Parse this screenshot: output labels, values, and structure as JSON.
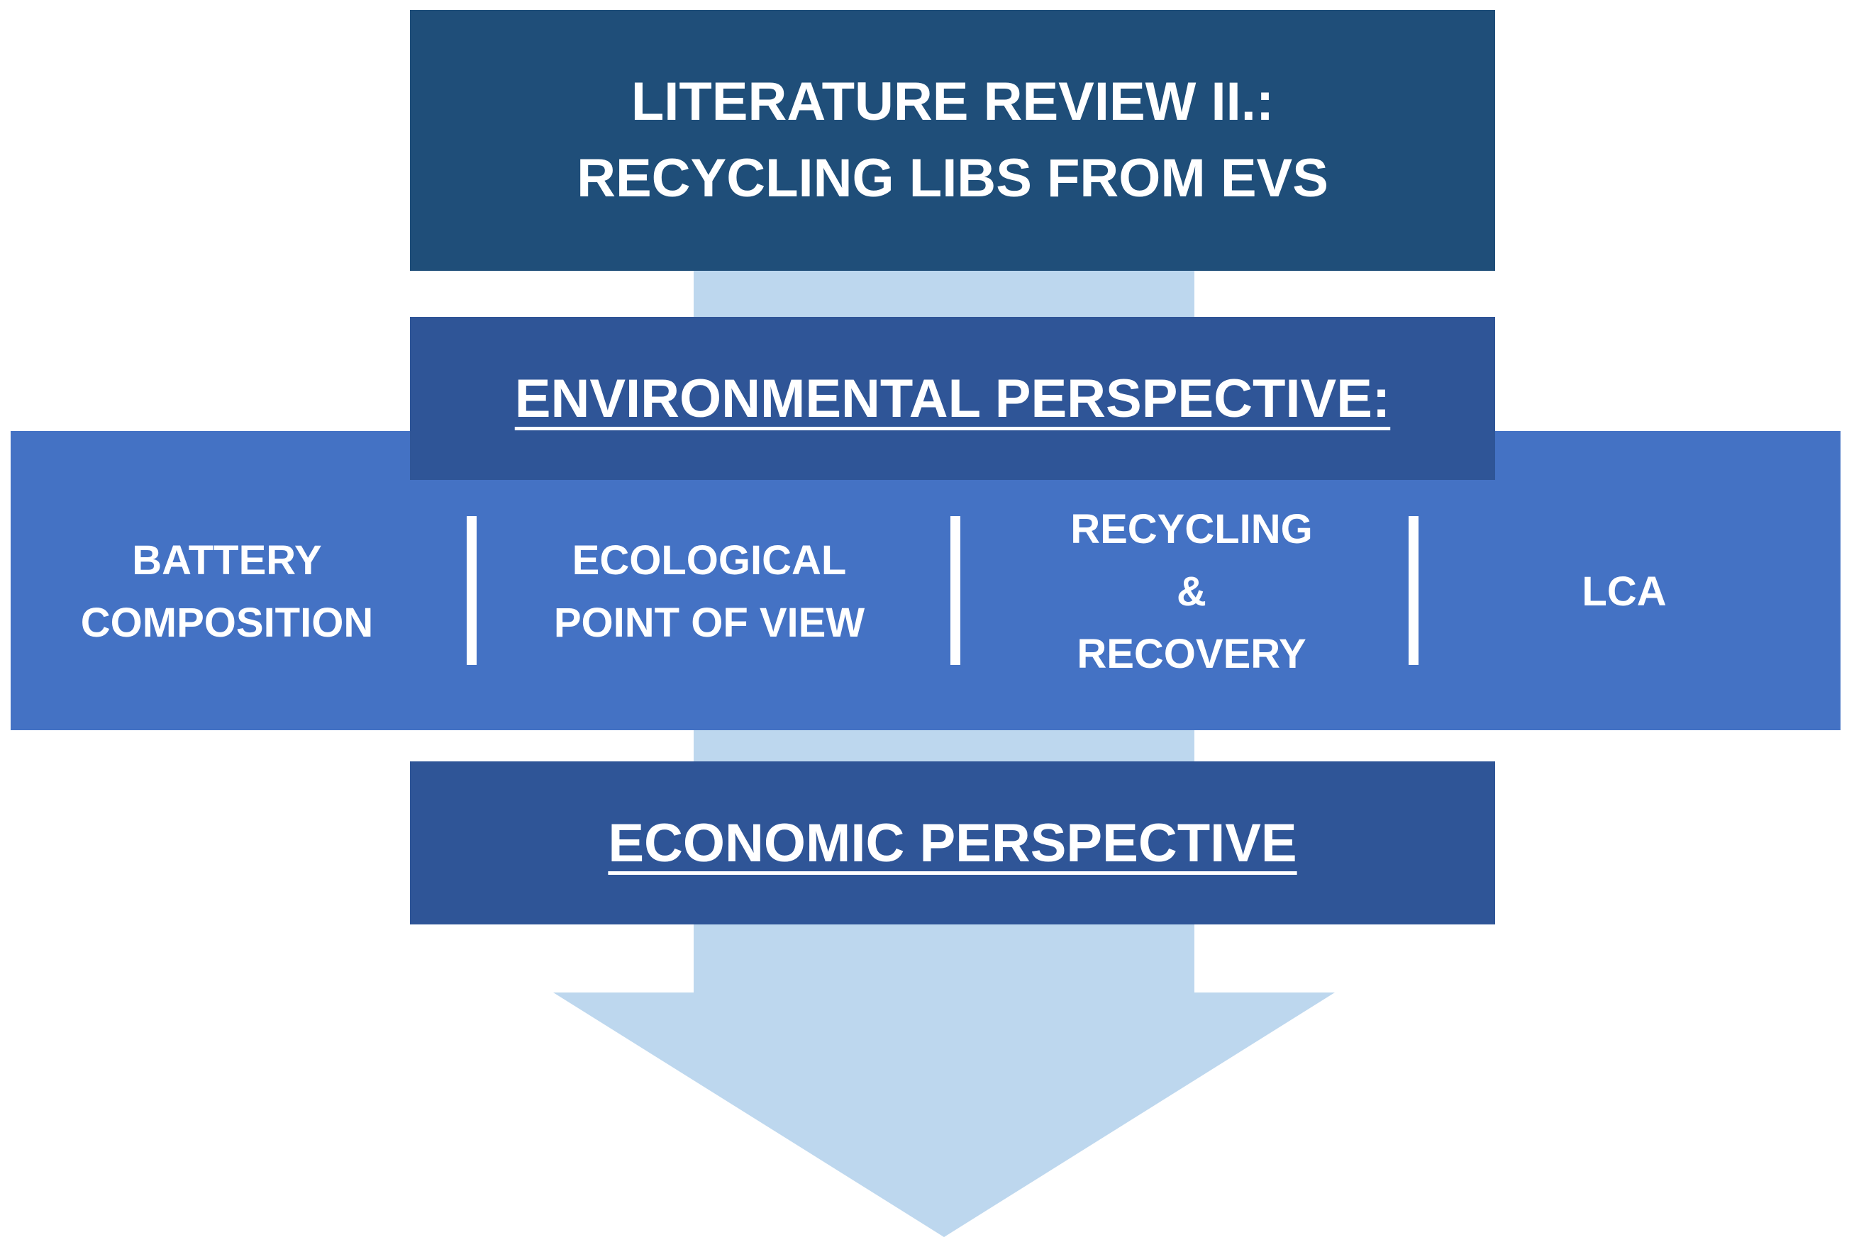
{
  "title": {
    "line1": "LITERATURE REVIEW II.:",
    "line2": "RECYCLING LIBS FROM EVS"
  },
  "environmental": {
    "heading": "ENVIRONMENTAL PERSPECTIVE:",
    "topics": [
      {
        "line1": "BATTERY",
        "line2": "COMPOSITION"
      },
      {
        "line1": "ECOLOGICAL",
        "line2": "POINT OF VIEW"
      },
      {
        "line1": "RECYCLING",
        "line2": "&",
        "line3": "RECOVERY"
      },
      {
        "line1": "LCA"
      }
    ]
  },
  "economic": {
    "heading": "ECONOMIC PERSPECTIVE"
  },
  "colors": {
    "title_box": "#1f4e79",
    "perspective_box": "#2f5597",
    "topic_band": "#4472c4",
    "arrow": "#bdd7ee",
    "text": "#ffffff"
  }
}
